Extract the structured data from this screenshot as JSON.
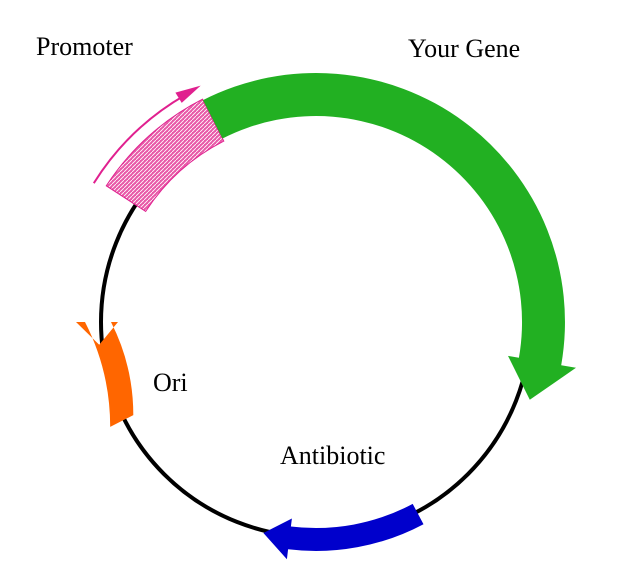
{
  "labels": {
    "promoter": "Promoter",
    "your_gene": "Your Gene",
    "ori": "Ori",
    "antibiotic": "Antibiotic"
  },
  "colors": {
    "background": "#ffffff",
    "backbone": "#000000",
    "promoter": "#e85aa8",
    "promoter_arrow": "#e0208f",
    "your_gene": "#22b022",
    "ori": "#ff6600",
    "antibiotic": "#0000cc"
  }
}
